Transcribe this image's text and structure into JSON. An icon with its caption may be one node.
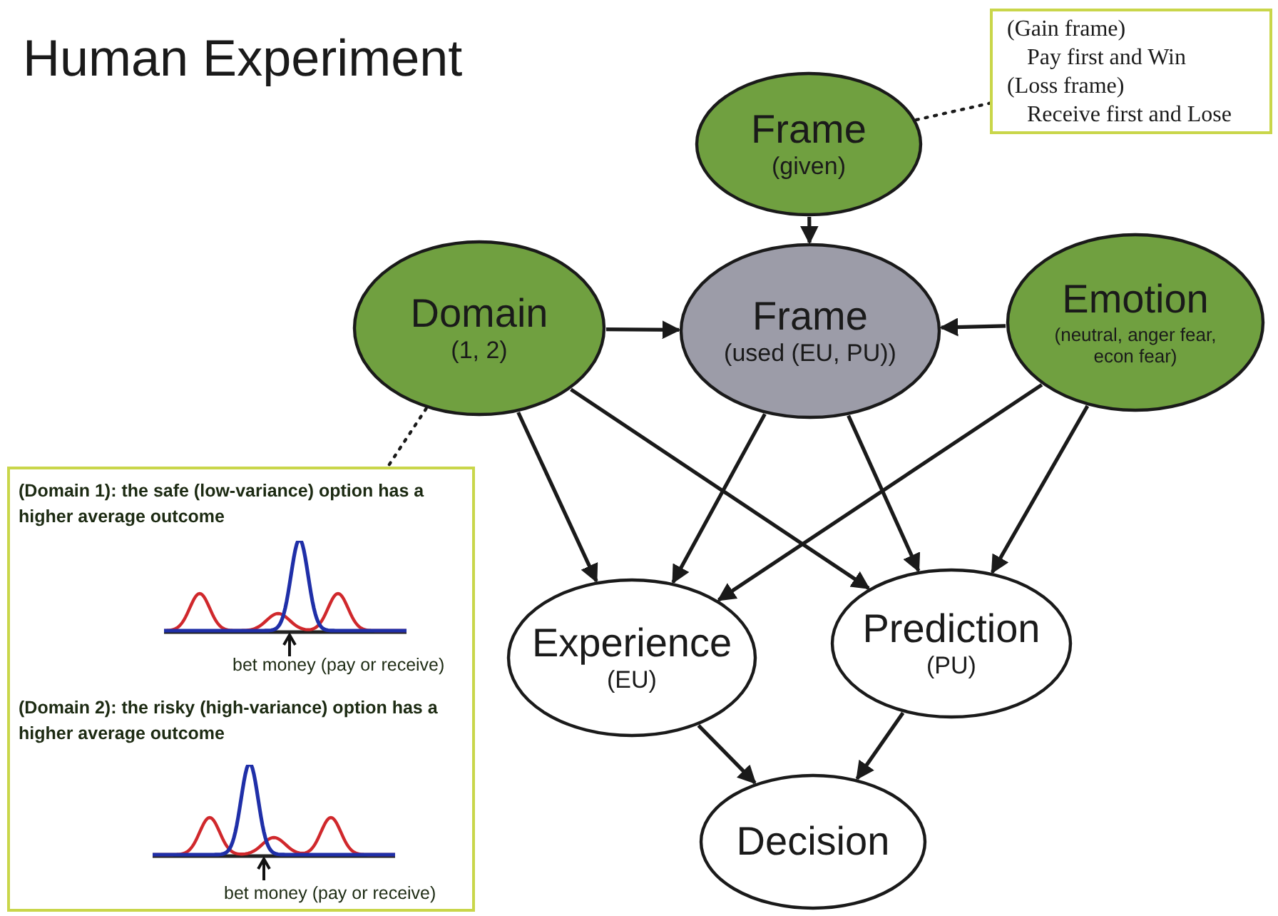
{
  "diagram": {
    "title": "Human Experiment",
    "nodes": [
      {
        "text": [
          "Frame",
          "(given)"
        ]
      },
      {
        "text": [
          "(Gain frame)",
          "Pay first and Win",
          "(Loss frame)",
          "Receive first and Lose"
        ]
      },
      {
        "text": [
          "Domain",
          "(1, 2)"
        ]
      },
      {
        "text": [
          "Frame",
          "(used (EU, PU))"
        ]
      },
      {
        "text": [
          "Emotion",
          "(neutral, anger fear, econ fear)"
        ]
      },
      {
        "text": [
          "**(Domain 1):** the safe (low-variance) option has a higher average outcome",
          "bet money (pay or receive)",
          "**(Domain 2):** the risky (high-variance) option has a higher average outcome",
          "bet money (pay or receive)"
        ]
      },
      {
        "text": [
          "Experience",
          "(EU)"
        ]
      },
      {
        "text": [
          "Prediction",
          "(PU)"
        ]
      },
      {
        "text": [
          "Decision"
        ]
      }
    ],
    "edges": [
      {
        "from": 0,
        "to": 1,
        "arrow": "none",
        "style": "dashed"
      },
      {
        "from": 0,
        "to": 3,
        "arrow": "to"
      },
      {
        "from": 2,
        "to": 3,
        "arrow": "to"
      },
      {
        "from": 4,
        "to": 3,
        "arrow": "to"
      },
      {
        "from": 2,
        "to": 5,
        "arrow": "none",
        "style": "dashed"
      },
      {
        "from": 2,
        "to": 6,
        "arrow": "to"
      },
      {
        "from": 2,
        "to": 7,
        "arrow": "to"
      },
      {
        "from": 3,
        "to": 6,
        "arrow": "to"
      },
      {
        "from": 3,
        "to": 7,
        "arrow": "to"
      },
      {
        "from": 4,
        "to": 6,
        "arrow": "to"
      },
      {
        "from": 4,
        "to": 7,
        "arrow": "to"
      },
      {
        "from": 6,
        "to": 8,
        "arrow": "to"
      },
      {
        "from": 7,
        "to": 8,
        "arrow": "to"
      }
    ]
  }
}
